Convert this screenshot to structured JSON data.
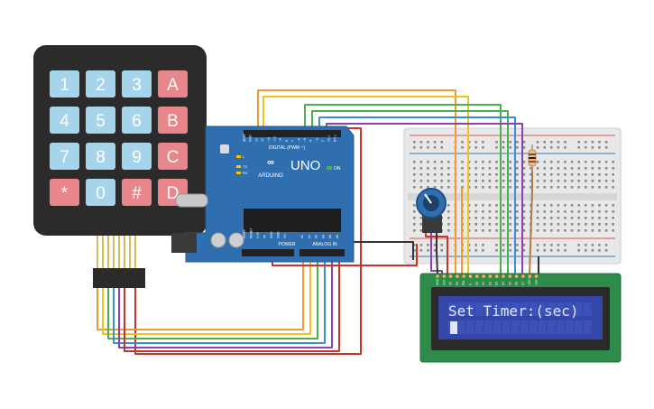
{
  "keypad": {
    "keys": [
      {
        "label": "1",
        "kind": "digit"
      },
      {
        "label": "2",
        "kind": "digit"
      },
      {
        "label": "3",
        "kind": "digit"
      },
      {
        "label": "A",
        "kind": "letter"
      },
      {
        "label": "4",
        "kind": "digit"
      },
      {
        "label": "5",
        "kind": "digit"
      },
      {
        "label": "6",
        "kind": "digit"
      },
      {
        "label": "B",
        "kind": "letter"
      },
      {
        "label": "7",
        "kind": "digit"
      },
      {
        "label": "8",
        "kind": "digit"
      },
      {
        "label": "9",
        "kind": "digit"
      },
      {
        "label": "C",
        "kind": "letter"
      },
      {
        "label": "*",
        "kind": "letter"
      },
      {
        "label": "0",
        "kind": "digit"
      },
      {
        "label": "#",
        "kind": "letter"
      },
      {
        "label": "D",
        "kind": "letter"
      }
    ]
  },
  "arduino": {
    "logo_text": "UNO",
    "brand_text": "ARDUINO",
    "digital_label": "DIGITAL (PWM ~)",
    "power_label": "POWER",
    "analog_label": "ANALOG IN",
    "on_label": "ON",
    "tx_label": "TX",
    "rx_label": "RX",
    "l_label": "L",
    "top_pin_labels": [
      "AREF",
      "GND",
      "13",
      "12",
      "~11",
      "~10",
      "~9",
      "8",
      "7",
      "~6",
      "~5",
      "4",
      "~3",
      "2",
      "TX 1",
      "RX 0"
    ],
    "bottom_pin_labels": [
      "IOREF",
      "RESET",
      "3.3V",
      "5V",
      "GND",
      "GND",
      "Vin",
      "A0",
      "A1",
      "A2",
      "A3",
      "A4",
      "A5"
    ]
  },
  "lcd": {
    "text_line1": "Set Timer:(sec)",
    "text_line2": "",
    "pin_labels": [
      "GND",
      "VCC",
      "V0",
      "RS",
      "RW",
      "E",
      "D0",
      "D1",
      "D2",
      "D3",
      "D4",
      "D5",
      "D6",
      "D7",
      "LED+",
      "LED-"
    ]
  },
  "colors": {
    "board": "#2f6fb0",
    "keypad_body": "#2b2b2b",
    "digit_key": "#a6d4ec",
    "letter_key": "#e9868c",
    "lcd_green": "#2e8b4a",
    "lcd_screen": "#3446a8",
    "breadboard": "#e6e6e6",
    "wire_orange": "#f29a2e",
    "wire_yellow": "#f2c21b",
    "wire_green": "#4cae4f",
    "wire_blue": "#3a8fd4",
    "wire_purple": "#8e3fb0",
    "wire_red": "#c8342a",
    "wire_dark": "#333333"
  }
}
